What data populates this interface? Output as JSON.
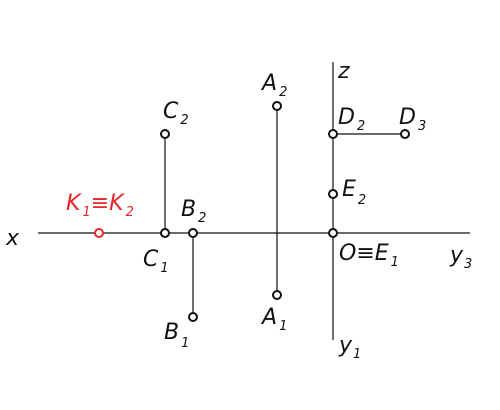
{
  "colors": {
    "ink": "#111111",
    "accent": "#e8262b",
    "background": "#ffffff"
  },
  "axes": {
    "x": "x",
    "z": "z",
    "y1": "y",
    "y1_sub": "1",
    "y3": "y",
    "y3_sub": "3",
    "origin": "O"
  },
  "points": {
    "C2": {
      "name": "C",
      "sub": "2"
    },
    "C1": {
      "name": "C",
      "sub": "1"
    },
    "B2": {
      "name": "B",
      "sub": "2"
    },
    "B1": {
      "name": "B",
      "sub": "1"
    },
    "A2": {
      "name": "A",
      "sub": "2"
    },
    "A1": {
      "name": "A",
      "sub": "1"
    },
    "D2": {
      "name": "D",
      "sub": "2"
    },
    "D3": {
      "name": "D",
      "sub": "3"
    },
    "E2": {
      "name": "E",
      "sub": "2"
    },
    "OE1": {
      "name": "E",
      "sub": "1",
      "coincide": "≡"
    },
    "K": {
      "name1": "K",
      "sub1": "1",
      "coincide": "≡",
      "name2": "K",
      "sub2": "2"
    }
  }
}
